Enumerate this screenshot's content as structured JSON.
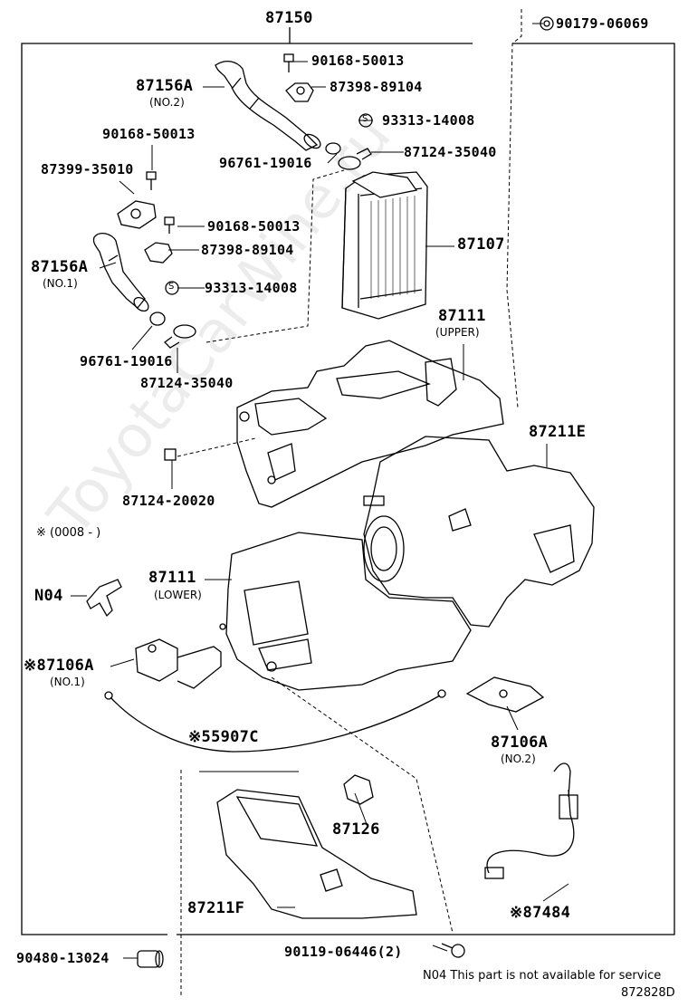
{
  "diagram": {
    "parts": {
      "p87150": "87150",
      "p90179_06069": "90179-06069",
      "p90168_50013_a": "90168-50013",
      "p87398_89104_a": "87398-89104",
      "p87156A_no2": "87156A",
      "p87156A_no2_sub": "(NO.2)",
      "p93313_14008_a": "93313-14008",
      "p87124_35040_a": "87124-35040",
      "p96761_19016_a": "96761-19016",
      "p90168_50013_b": "90168-50013",
      "p87399_35010": "87399-35010",
      "p90168_50013_c": "90168-50013",
      "p87398_89104_b": "87398-89104",
      "p87107": "87107",
      "p87156A_no1": "87156A",
      "p87156A_no1_sub": "(NO.1)",
      "p93313_14008_b": "93313-14008",
      "p87111_upper": "87111",
      "p87111_upper_sub": "(UPPER)",
      "p96761_19016_b": "96761-19016",
      "p87124_35040_b": "87124-35040",
      "p87211E": "87211E",
      "p87124_20020": "87124-20020",
      "date_note": "※ (0008 -      )",
      "pN04": "N04",
      "p87111_lower": "87111",
      "p87111_lower_sub": "(LOWER)",
      "p87106A_no1": "※87106A",
      "p87106A_no1_sub": "(NO.1)",
      "p87106A_no2": "87106A",
      "p87106A_no2_sub": "(NO.2)",
      "p55907C": "※55907C",
      "p87126": "87126",
      "p87484": "※87484",
      "p87211F": "87211F",
      "p90480_13024": "90480-13024",
      "p90119_06446": "90119-06446(2)",
      "footnote": "N04 This part is not available for service",
      "diagram_id": "872828D"
    },
    "symbol_s": "S",
    "watermark": "ToyotaCarWine.ru"
  }
}
